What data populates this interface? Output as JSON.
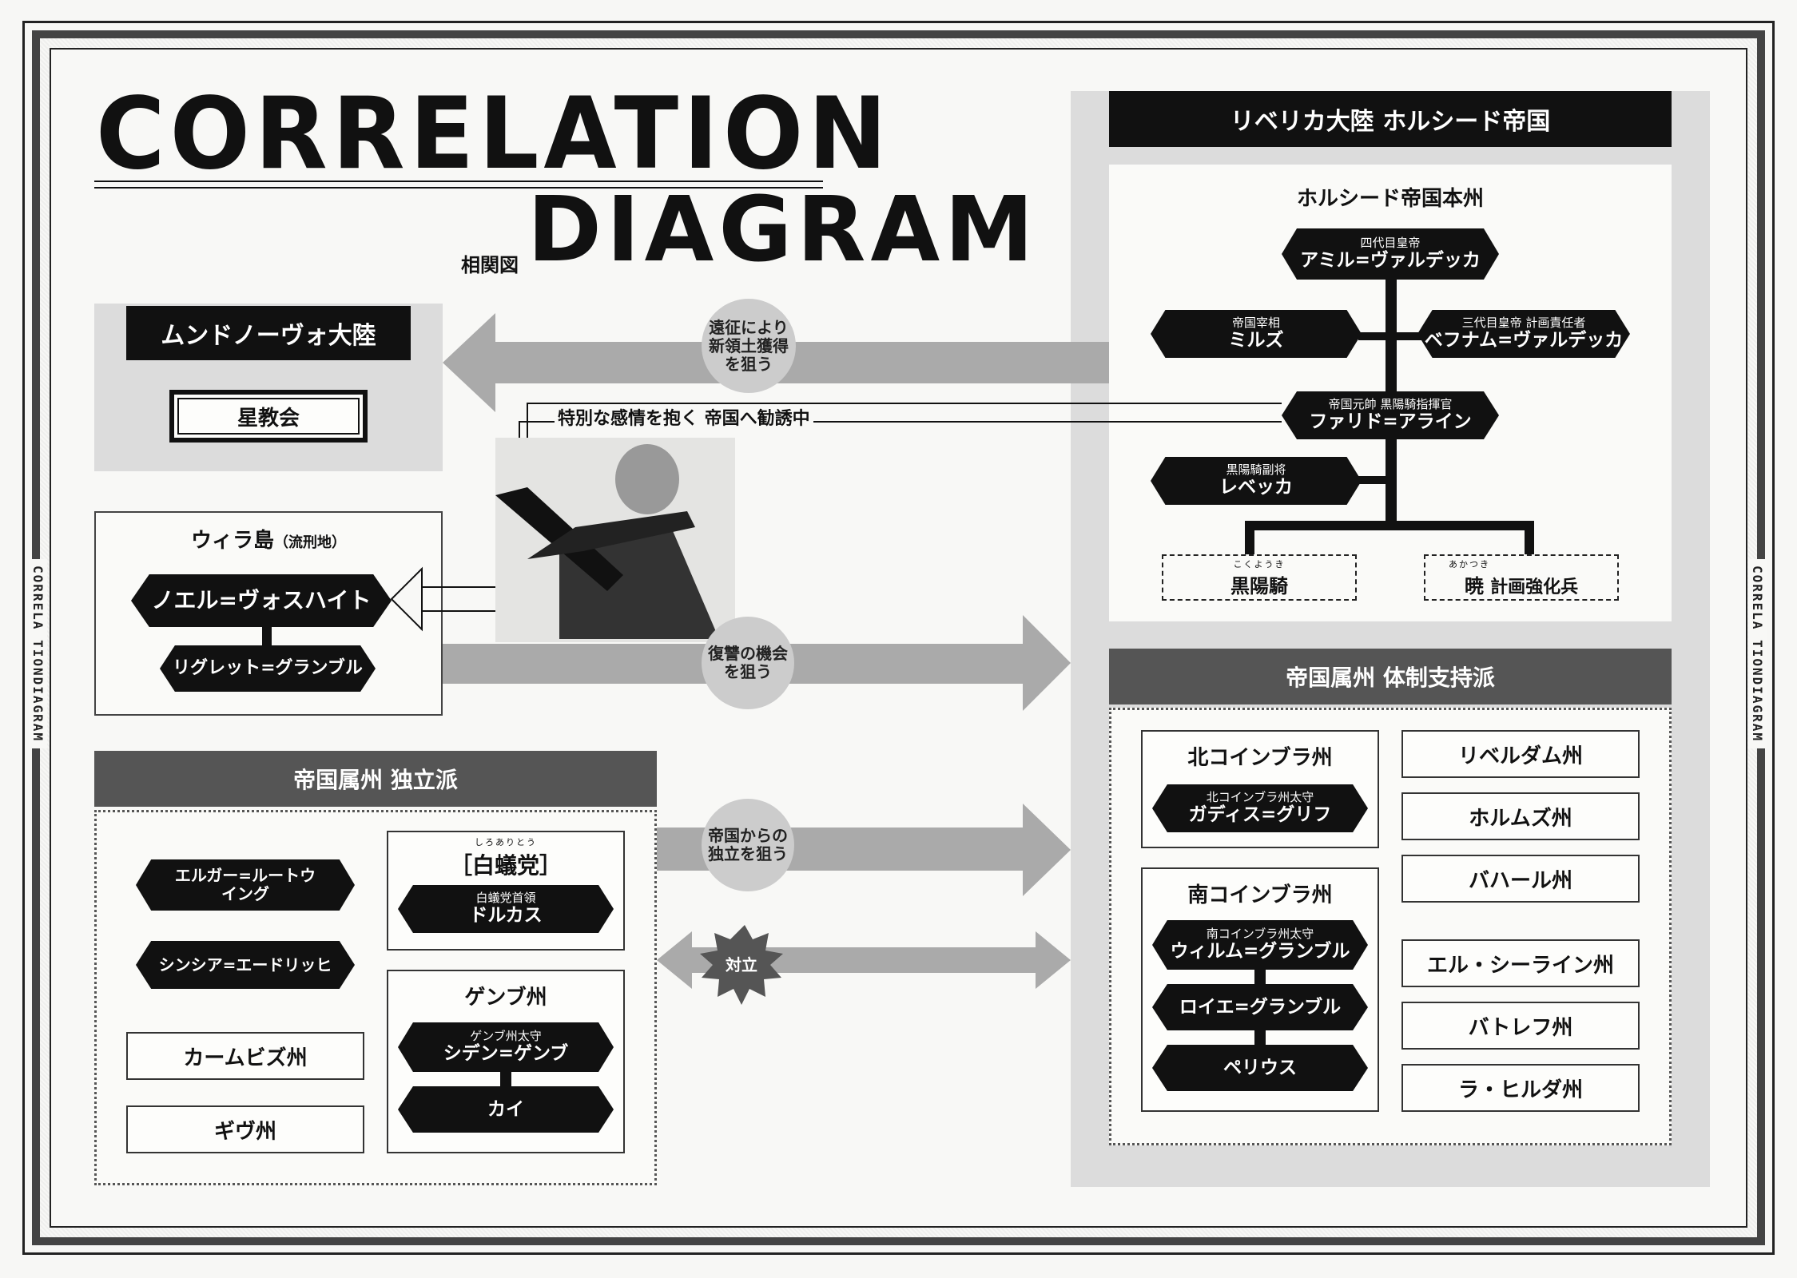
{
  "title": {
    "line1": "CORRELATION",
    "line2": "DIAGRAM",
    "sub": "相関図"
  },
  "side_text": "CORRELA TIONDIAGRAM",
  "mundnova": {
    "header": "ムンドノーヴォ大陸",
    "item": "星教会"
  },
  "wira": {
    "header": "ウィラ島",
    "header_note": "（流刑地）",
    "noel": "ノエル=ヴォスハイト",
    "riglet": "リグレット=グランブル"
  },
  "horsid": {
    "header": "リベリカ大陸 ホルシード帝国",
    "sub": "ホルシード帝国本州",
    "amir": {
      "role": "四代目皇帝",
      "name": "アミル=ヴァルデッカ"
    },
    "mirz": {
      "role": "帝国宰相",
      "name": "ミルズ"
    },
    "befnam": {
      "role": "三代目皇帝 計画責任者",
      "name": "ベフナム=ヴァルデッカ"
    },
    "farid": {
      "role": "帝国元帥 黒陽騎指揮官",
      "name": "ファリド=アライン"
    },
    "rebecca": {
      "role": "黒陽騎副将",
      "name": "レベッカ"
    },
    "kokuyoki": {
      "ruby": "こくようき",
      "name": "黒陽騎"
    },
    "akatsuki": {
      "ruby": "あかつき",
      "name": "暁",
      "suffix": "計画強化兵"
    }
  },
  "arrows": {
    "expedition": "遠征により新領土獲得を狙う",
    "special": "特別な感情を抱く 帝国へ勧誘中",
    "revenge": "復讐の機会を狙う",
    "independence": "帝国からの独立を狙う",
    "conflict": "対立"
  },
  "support": {
    "header": "帝国属州 体制支持派",
    "north": {
      "header": "北コインブラ州",
      "role": "北コインブラ州太守",
      "name": "ガディス=グリフ"
    },
    "south": {
      "header": "南コインブラ州",
      "role": "南コインブラ州太守",
      "name": "ウィルム=グランブル",
      "name2": "ロイエ=グランブル",
      "name3": "ペリウス"
    },
    "provinces": [
      "リベルダム州",
      "ホルムズ州",
      "バハール州",
      "エル・シーライン州",
      "バトレフ州",
      "ラ・ヒルダ州"
    ]
  },
  "independent": {
    "header": "帝国属州 独立派",
    "elgar": "エルガー=ルートウイング",
    "cynthia": "シンシア=エードリッヒ",
    "provinces": [
      "カームビズ州",
      "ギヴ州"
    ],
    "shirari": {
      "header": "［白蟻党］",
      "ruby": "しろありとう",
      "role": "白蟻党首領",
      "name": "ドルカス"
    },
    "genbu": {
      "header": "ゲンブ州",
      "role": "ゲンブ州太守",
      "name": "シデン=ゲンブ",
      "name2": "カイ"
    }
  }
}
